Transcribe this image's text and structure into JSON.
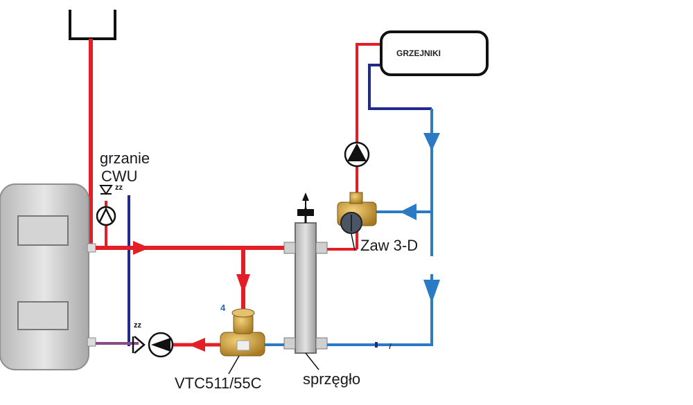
{
  "labels": {
    "radiators": "GRZEJNIKI",
    "dhw_heating_line1": "grzanie",
    "dhw_heating_line2": "CWU",
    "mixing_valve": "Zaw 3-D",
    "thermostatic_valve": "VTC511/55C",
    "hydraulic_separator": "sprzęgło",
    "valve_number": "4",
    "check_valve_top": "zz",
    "check_valve_bottom": "zz"
  },
  "colors": {
    "supply": "#e41e26",
    "return_dark": "#1f2a8c",
    "return_light": "#2a7ac4",
    "purple": "#8a4a88",
    "boiler_gray": "#c9c9c9",
    "brass": "#c9a03a"
  }
}
